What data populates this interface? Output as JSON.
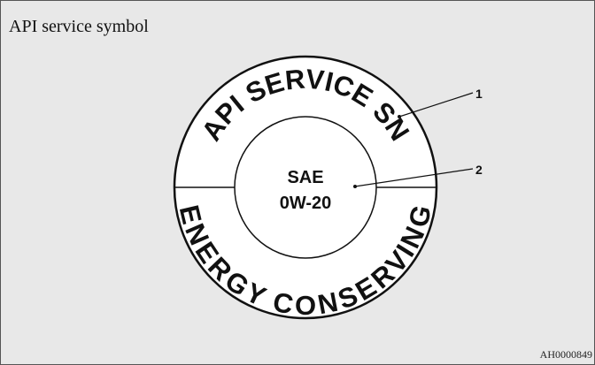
{
  "figure": {
    "caption": "API service symbol",
    "code": "AH0000849"
  },
  "symbol": {
    "top_arc_text": "API SERVICE SN",
    "bottom_arc_text": "ENERGY CONSERVING",
    "center_line_1": "SAE",
    "center_line_2": "0W-20"
  },
  "callouts": [
    {
      "number": "1"
    },
    {
      "number": "2"
    }
  ]
}
